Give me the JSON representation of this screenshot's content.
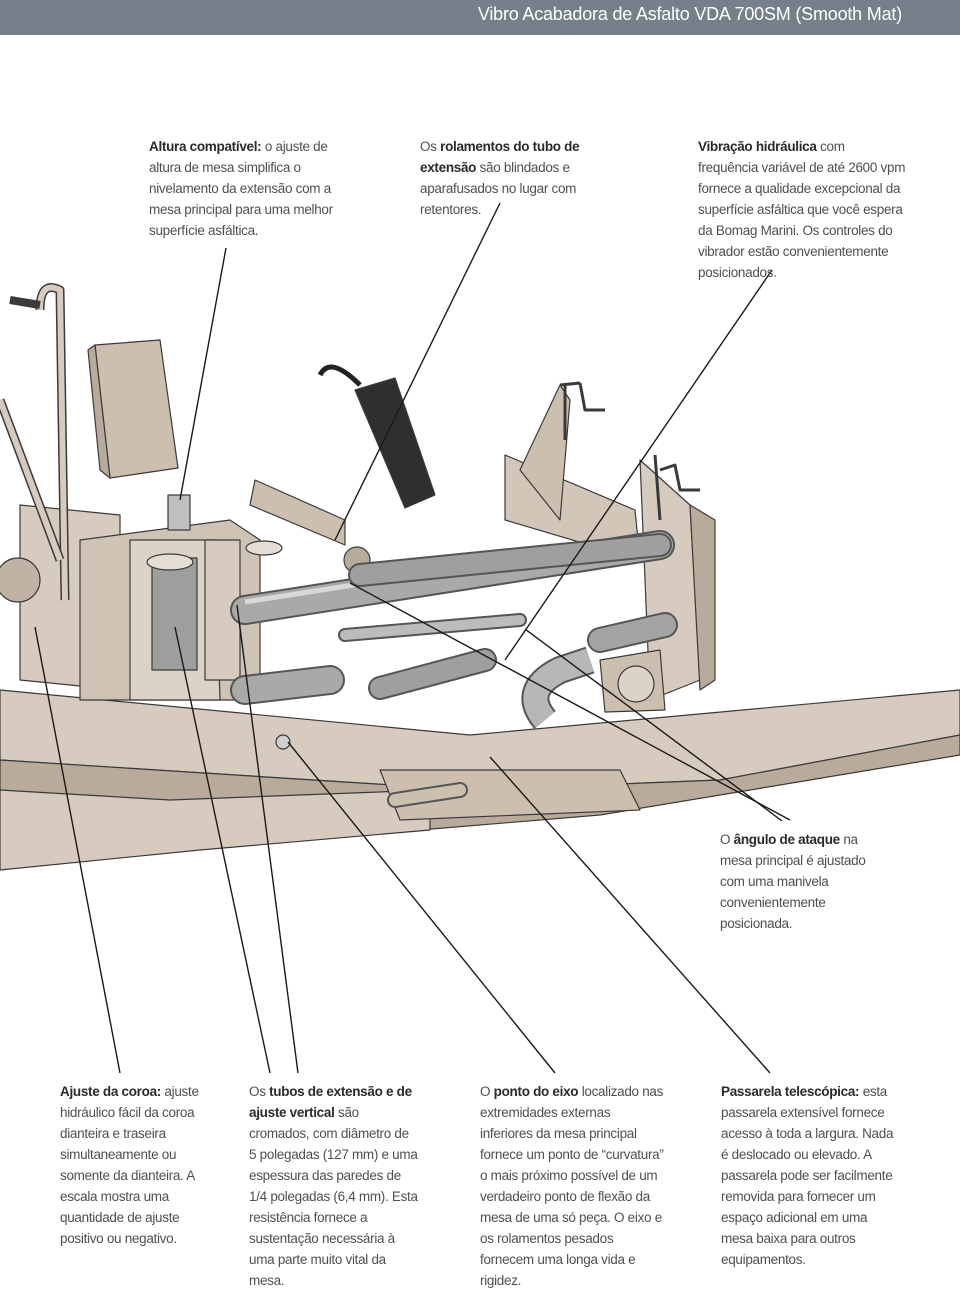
{
  "header": {
    "title": "Vibro Acabadora de Asfalto VDA 700SM (Smooth Mat)"
  },
  "captions": {
    "altura": {
      "bold": "Altura compatível:",
      "text": " o ajuste de altura de mesa simplifica o nivelamento da extensão com a mesa principal para uma melhor superfície asfáltica."
    },
    "rolamentos": {
      "pre": "Os ",
      "bold": "rolamentos do tubo de extensão",
      "text": " são blindados e aparafusados no lugar com retentores."
    },
    "vibracao": {
      "bold": "Vibração hidráulica",
      "text": " com frequência variável de até 2600 vpm fornece a qualidade excepcional da superfície asfáltica que você espera da Bomag Marini. Os controles do vibrador estão convenientemente posicionados."
    },
    "angulo": {
      "pre": "O ",
      "bold": "ângulo de ataque",
      "text": " na mesa principal é ajustado com uma manivela convenientemente posicionada."
    },
    "coroa": {
      "bold": "Ajuste da coroa:",
      "text": " ajuste hidráulico fácil da coroa dianteira e traseira simultaneamente ou somente da dianteira. A escala mostra uma quantidade de ajuste positivo ou negativo."
    },
    "tubos": {
      "pre": "Os ",
      "bold": "tubos de extensão e de ajuste vertical",
      "text": " são cromados, com diâmetro de 5 polegadas (127 mm) e uma espessura das paredes de 1/4 polegadas (6,4 mm). Esta resistência fornece a sustentação necessária à uma parte muito vital da mesa."
    },
    "eixo": {
      "pre": "O ",
      "bold": "ponto do eixo",
      "text": " localizado nas extremidades externas inferiores da mesa principal fornece um ponto de “curvatura” o mais próximo possível de um verdadeiro ponto de flexão da mesa de uma só peça. O eixo e os rolamentos pesados fornecem uma longa vida e rigidez."
    },
    "passarela": {
      "bold": "Passarela telescópica:",
      "text": " esta passarela extensível fornece acesso à toda a largura. Nada é deslocado ou elevado. A passarela pode ser facilmente removida para fornecer um espaço adicional em uma mesa baixa para outros equipamentos."
    }
  },
  "colors": {
    "header_bg": "#75808a",
    "machine_body": "#d6cbbe",
    "machine_shade": "#b9ab9c",
    "tube": "#a9a9a9",
    "outline": "#3a3a3a"
  },
  "icons": [
    "machine-illustration"
  ]
}
